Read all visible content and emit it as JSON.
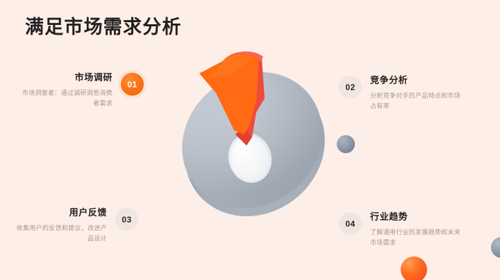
{
  "slide": {
    "title": "满足市场需求分析",
    "background_color": "#fdeee7",
    "accent_color": "#f97316",
    "heading_color": "#231f20",
    "muted_text_color": "#a6978e"
  },
  "features": [
    {
      "number": "01",
      "heading": "市场调研",
      "description": "市场洞察者：通过调研洞悉消费者需求",
      "badge_style": "accent"
    },
    {
      "number": "02",
      "heading": "竞争分析",
      "description": "分析竞争对手的产品特点和市场占有率",
      "badge_style": "muted"
    },
    {
      "number": "03",
      "heading": "用户反馈",
      "description": "收集用户的反馈和建议，改进产品设计",
      "badge_style": "muted"
    },
    {
      "number": "04",
      "heading": "行业趋势",
      "description": "了解通用行业的发展趋势和未来市场需求",
      "badge_style": "muted"
    }
  ],
  "graphic": {
    "name": "3d-exploded-donut-chart",
    "donut_color": "#b7bec8",
    "donut_side_color": "#98a1ad",
    "hole_color": "#f2f4f6",
    "slice_top_color": "#ff6a13",
    "slice_side_color": "#ee4b3c",
    "slice_edge_color": "#f5645c",
    "spheres": [
      {
        "name": "sphere-grey-left",
        "color": "#8d99a8"
      },
      {
        "name": "sphere-grey-right",
        "color": "#8e9aa9"
      },
      {
        "name": "sphere-orange",
        "color": "#ff6a1e"
      }
    ]
  }
}
